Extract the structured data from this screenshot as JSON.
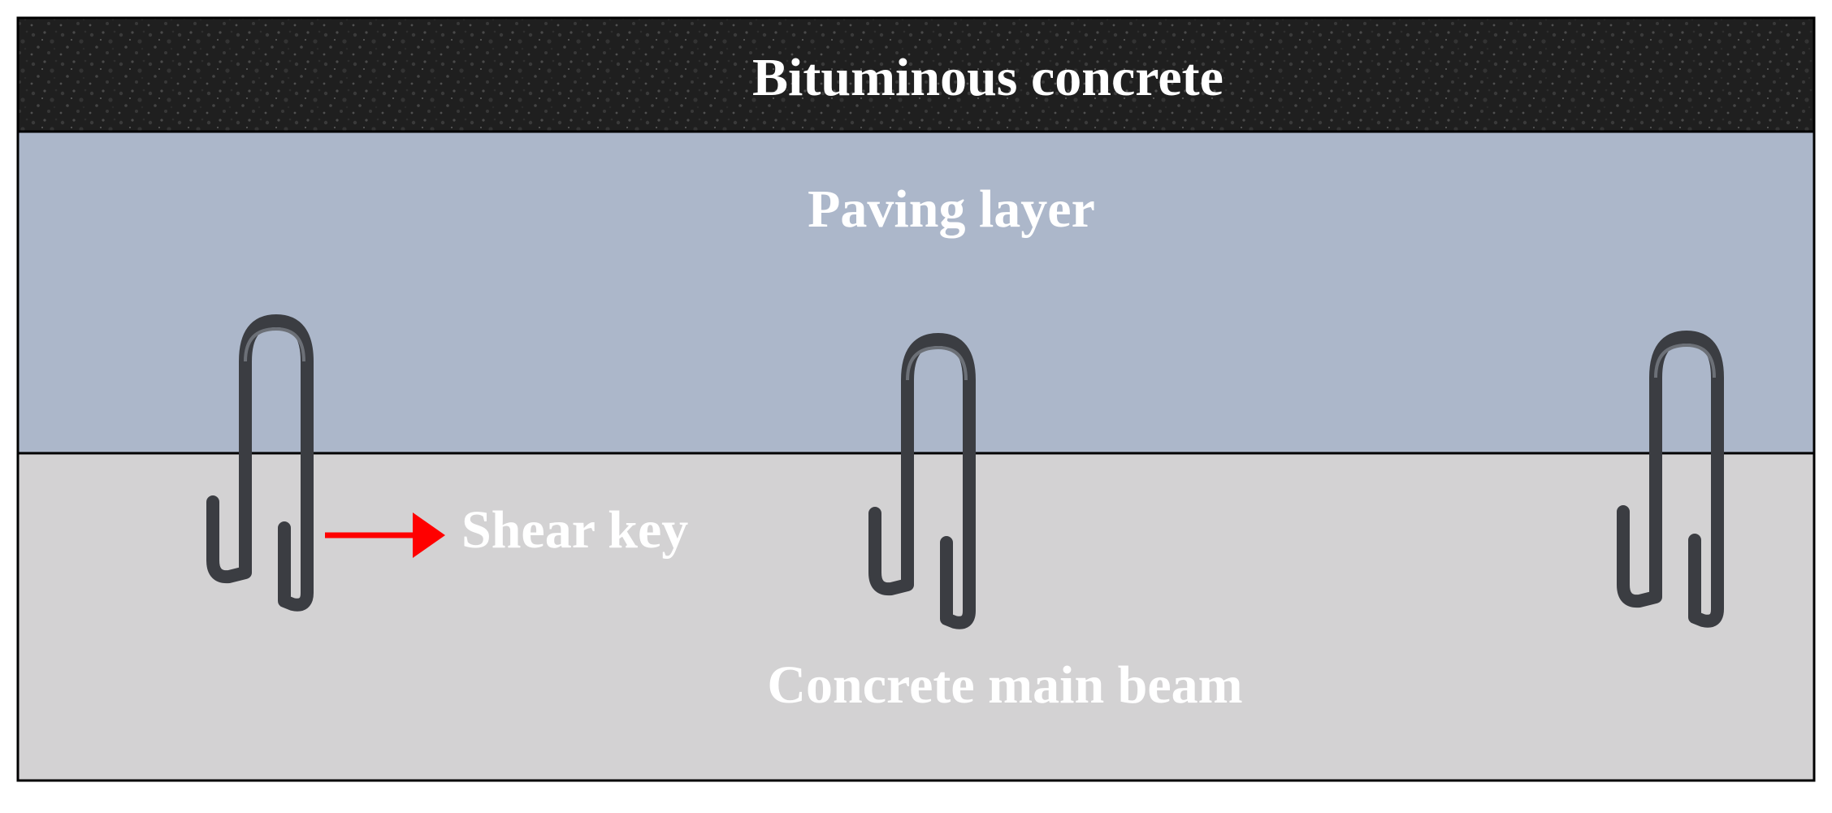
{
  "layers": {
    "bituminous": {
      "label": "Bituminous concrete",
      "color": "#1e1e1e"
    },
    "paving": {
      "label": "Paving layer",
      "color": "#acb7ca"
    },
    "beam": {
      "label": "Concrete main beam",
      "color": "#d3d2d3"
    }
  },
  "annotation": {
    "label": "Shear key",
    "arrow_color": "#ff0000"
  },
  "shear_key_color": "#3b3d42",
  "border_color": "#000000"
}
